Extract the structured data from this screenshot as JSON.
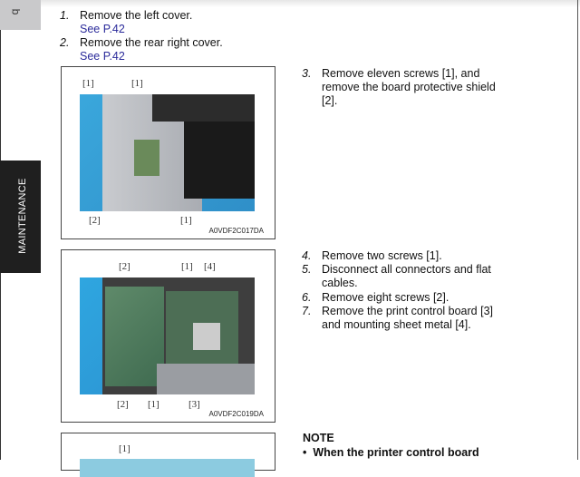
{
  "side_tabs": {
    "top_tab": "b",
    "section_tab": "MAINTENANCE"
  },
  "steps_left": [
    {
      "num": "1.",
      "text": "Remove the left cover.",
      "link": "See P.42"
    },
    {
      "num": "2.",
      "text": "Remove the rear right cover.",
      "link": "See P.42"
    }
  ],
  "figures": [
    {
      "code": "A0VDF2C017DA",
      "labels": [
        "[1]",
        "[1]",
        "[2]",
        "[1]"
      ]
    },
    {
      "code": "A0VDF2C019DA",
      "labels": [
        "[2]",
        "[1]",
        "[4]",
        "[2]",
        "[1]",
        "[3]"
      ]
    },
    {
      "labels": [
        "[1]"
      ]
    }
  ],
  "steps_right": [
    {
      "num": "3.",
      "lines": [
        "Remove eleven screws [1], and",
        "remove the board protective shield",
        "[2]."
      ]
    },
    {
      "num": "4.",
      "lines": [
        "Remove two screws [1]."
      ]
    },
    {
      "num": "5.",
      "lines": [
        "Disconnect all connectors and flat",
        "cables."
      ]
    },
    {
      "num": "6.",
      "lines": [
        "Remove eight screws [2]."
      ]
    },
    {
      "num": "7.",
      "lines": [
        "Remove the print control board [3]",
        "and mounting sheet metal [4]."
      ]
    }
  ],
  "note": {
    "title": "NOTE",
    "bullet": "When the printer control board"
  }
}
